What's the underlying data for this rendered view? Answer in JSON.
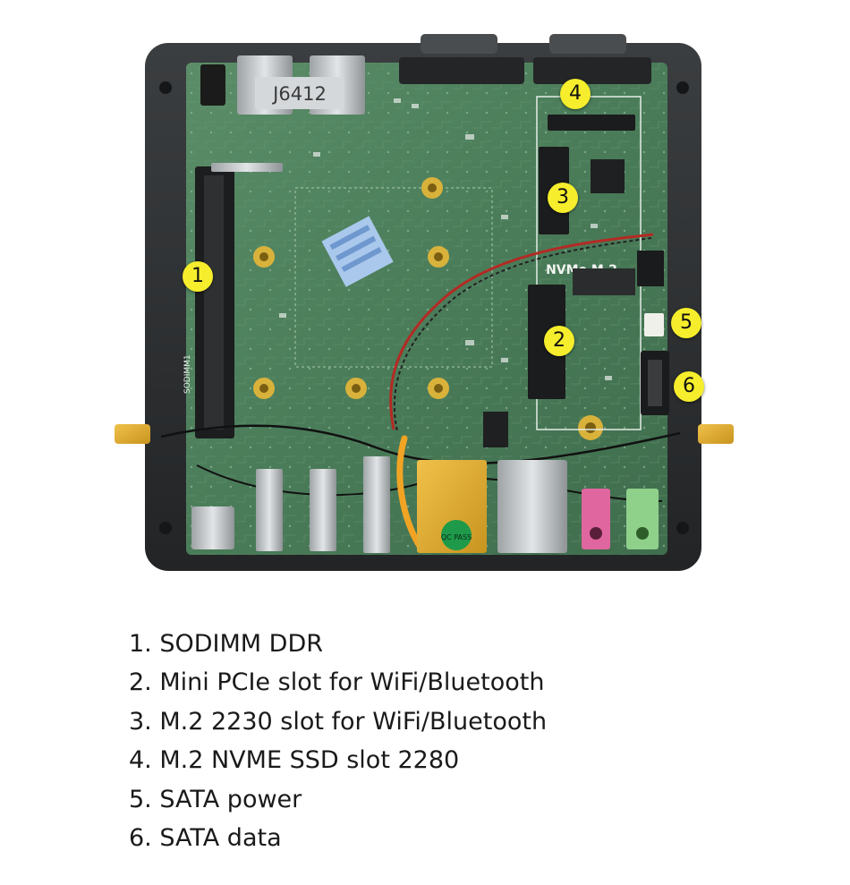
{
  "board": {
    "model_label": "J6412",
    "silkscreen_nvme": "NVMe M.2",
    "pass_sticker": "QC PASS",
    "memory_label": "SODIMM1"
  },
  "callouts": [
    "1",
    "2",
    "3",
    "4",
    "5",
    "6"
  ],
  "legend": [
    "1. SODIMM DDR",
    "2. Mini PCIe slot for WiFi/Bluetooth",
    "3. M.2 2230 slot for WiFi/Bluetooth",
    "4. M.2 NVME SSD slot 2280",
    "5. SATA power",
    "6. SATA data"
  ],
  "colors": {
    "pcb": "#4c7f5c",
    "case": "#2f3234",
    "callout": "#f6ee2c",
    "text": "#1a1a1a"
  }
}
